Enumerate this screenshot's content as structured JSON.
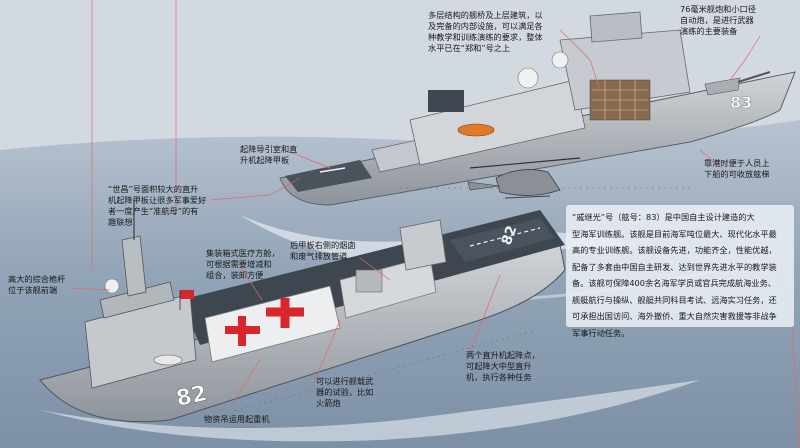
{
  "annotations": {
    "superstructure": "多层结构的舰桥及上层建筑，以\n及完备的内部设施，可以满足各\n种教学和训练演练的要求，整体\n水平已在“郑和”号之上",
    "gun": "76毫米舰炮和小口径\n自动炮，是进行武器\n演练的主要装备",
    "landing_guide": "起降导引室和直\n升机起降甲板",
    "port_boat": "靠港时便于人员上\n下船的可收放舷梯",
    "tonnage": "“世昌”号面积较大的直升\n机起降甲板让很多军事爱好\n者一度产生“准航母”的有\n趣联想",
    "medical": "集装箱式医疗方舱，\n可根据需要增减和\n组合，装卸方便",
    "stern_exhaust": "后甲板右侧的烟囱\n和废气排放管道",
    "mast": "高大的综合桅杆\n位于该舰前端",
    "weapon_test": "可以进行舰载武\n器的试验，比如\n火箭炮",
    "crane": "物资吊运用起重机",
    "two_heli": "两个直升机起降点，\n可起降大中型直升\n机，执行各种任务"
  },
  "info_box": "“戚继光”号（舷号：83）是中国自主设计建造的大\n型海军训练舰。该舰是目前海军吨位最大、现代化水平最\n高的专业训练舰。该舰设备先进，功能齐全，性能优越，\n配备了多套由中国自主研发、达到世界先进水平的教学装\n备。该舰可保障400余名海军学员或官兵完成航海业务、\n舰艇航行与操纵、舰艇共同科目考试、远海实习任务，还\n可承担出国访问、海外撤侨、重大自然灾害救援等非战争\n军事行动任务。",
  "hull_numbers": {
    "ship83": "83",
    "ship82": "82"
  },
  "colors": {
    "sea": "#8fa3b8",
    "hull": "#b7bcc2",
    "deck": "#3e4650",
    "red": "#d8262a"
  }
}
